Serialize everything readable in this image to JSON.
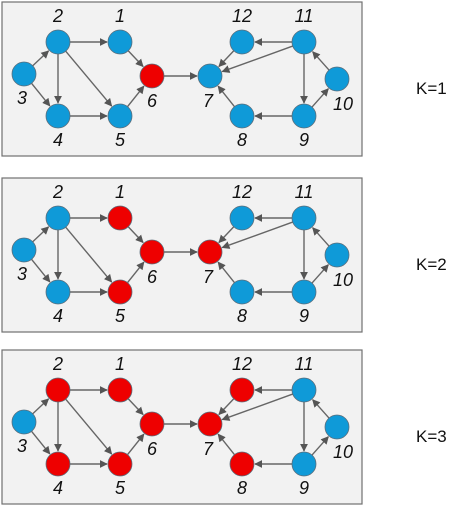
{
  "colors": {
    "default_node": "#0f9ad8",
    "highlight_node": "#ee0000"
  },
  "nodes": [
    "1",
    "2",
    "3",
    "4",
    "5",
    "6",
    "7",
    "8",
    "9",
    "10",
    "11",
    "12"
  ],
  "edges": [
    [
      "3",
      "2"
    ],
    [
      "3",
      "4"
    ],
    [
      "2",
      "4"
    ],
    [
      "2",
      "1"
    ],
    [
      "2",
      "5"
    ],
    [
      "4",
      "5"
    ],
    [
      "5",
      "6"
    ],
    [
      "1",
      "6"
    ],
    [
      "6",
      "7"
    ],
    [
      "8",
      "7"
    ],
    [
      "9",
      "8"
    ],
    [
      "11",
      "12"
    ],
    [
      "11",
      "7"
    ],
    [
      "12",
      "7"
    ],
    [
      "11",
      "9"
    ],
    [
      "10",
      "11"
    ],
    [
      "9",
      "10"
    ]
  ],
  "panels": [
    {
      "k_label": "K=1",
      "highlighted": [
        "6"
      ]
    },
    {
      "k_label": "K=2",
      "highlighted": [
        "1",
        "5",
        "6",
        "7"
      ]
    },
    {
      "k_label": "K=3",
      "highlighted": [
        "2",
        "4",
        "1",
        "5",
        "6",
        "7",
        "12",
        "8"
      ]
    }
  ]
}
